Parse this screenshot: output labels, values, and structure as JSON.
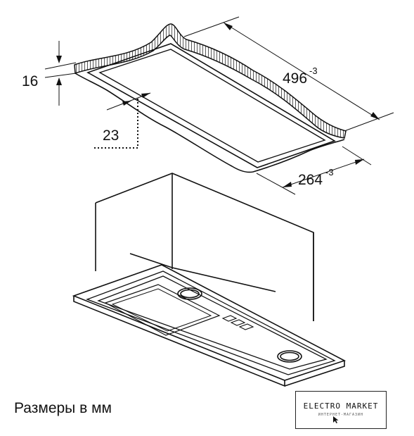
{
  "dimensions": {
    "gasket_height": "16",
    "inner_offset": "23",
    "length": "496",
    "length_tolerance": "-3",
    "width": "264",
    "width_tolerance": "-3"
  },
  "caption": "Размеры в мм",
  "watermark": {
    "brand": "ELECTRO MARKET",
    "tagline": "ИНТЕРНЕТ-МАГАЗИН"
  },
  "colors": {
    "line": "#111111",
    "background": "#ffffff"
  }
}
